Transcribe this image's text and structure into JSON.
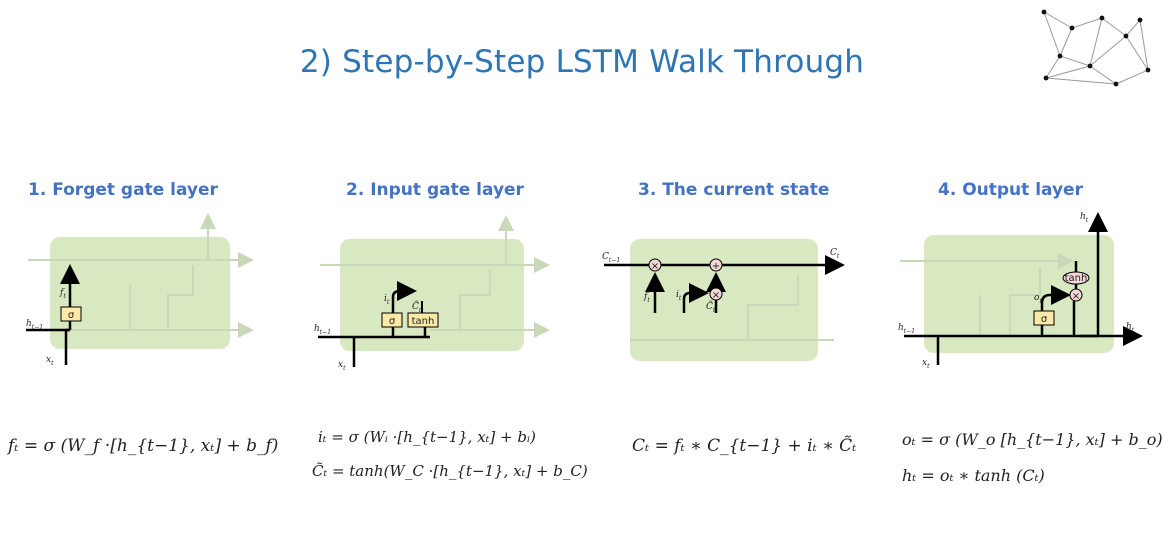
{
  "slide": {
    "title": "2) Step-by-Step LSTM Walk Through"
  },
  "panels": [
    {
      "title": "1. Forget gate layer",
      "labels": {
        "h_prev": "h",
        "h_prev_sub": "t−1",
        "x": "x",
        "x_sub": "t",
        "f": "f",
        "f_sub": "t"
      },
      "gate_symbol": "σ",
      "equation_lines": [
        "fₜ = σ (W_f ·[h_{t−1}, xₜ]  +  b_f)"
      ]
    },
    {
      "title": "2. Input gate layer",
      "labels": {
        "h_prev": "h",
        "h_prev_sub": "t−1",
        "x": "x",
        "x_sub": "t",
        "i": "i",
        "i_sub": "t",
        "c_tilde": "C̃",
        "c_tilde_sub": "t"
      },
      "gate_symbols": [
        "σ",
        "tanh"
      ],
      "equation_lines": [
        "iₜ = σ (Wᵢ ·[h_{t−1}, xₜ]  +  bᵢ)",
        "C̃ₜ = tanh(W_C ·[h_{t−1}, xₜ]  +  b_C)"
      ]
    },
    {
      "title": "3. The current state",
      "labels": {
        "c_prev": "C",
        "c_prev_sub": "t−1",
        "c": "C",
        "c_sub": "t",
        "f": "f",
        "f_sub": "t",
        "i": "i",
        "i_sub": "t",
        "c_tilde": "C̃",
        "c_tilde_sub": "t"
      },
      "operators": [
        "×",
        "+",
        "×"
      ],
      "equation_lines": [
        "Cₜ = fₜ ∗ C_{t−1} + iₜ ∗ C̃ₜ"
      ]
    },
    {
      "title": "4. Output layer",
      "labels": {
        "h_prev": "h",
        "h_prev_sub": "t−1",
        "x": "x",
        "x_sub": "t",
        "h": "h",
        "h_sub": "t",
        "o": "o",
        "o_sub": "t"
      },
      "gate_symbols": [
        "σ",
        "tanh"
      ],
      "equation_lines": [
        "oₜ = σ (W_o  [h_{t−1}, xₜ]  +  b_o)",
        "hₜ = oₜ ∗ tanh (Cₜ)"
      ]
    }
  ],
  "colors": {
    "title": "#2e75b6",
    "panel_title": "#4472c4",
    "cell_fill": "#d8e8c0",
    "gate_fill": "#fde9a6",
    "faint": "#c8d8b8"
  },
  "icons": [
    "network-graph-logo"
  ]
}
